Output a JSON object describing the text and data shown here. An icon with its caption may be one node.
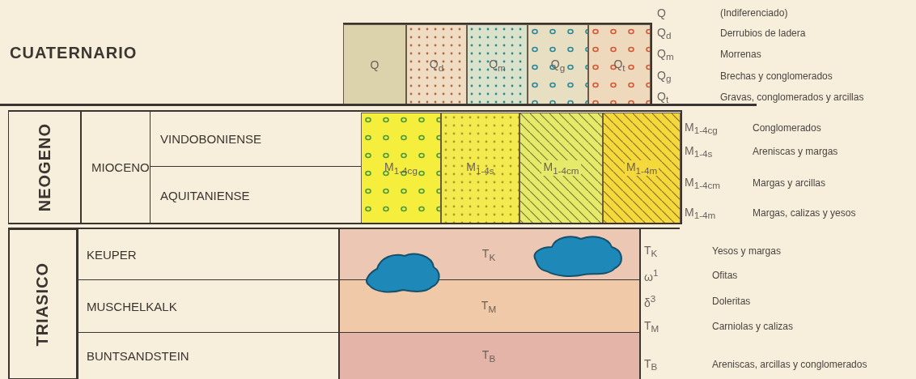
{
  "diagram": {
    "nodes": [
      {
        "text": [
          "CUATERNARIO"
        ]
      },
      {
        "text": [
          "Q"
        ]
      },
      {
        "text": [
          "Q$_{d}$"
        ]
      },
      {
        "text": [
          "Q$_{m}$"
        ]
      },
      {
        "text": [
          "Q$_{g}$"
        ]
      },
      {
        "text": [
          "Q$_{t}$"
        ]
      },
      {
        "text": [
          "NEOGENO"
        ]
      },
      {
        "text": [
          "MIOCENO"
        ]
      },
      {
        "text": [
          "VINDOBONIENSE"
        ]
      },
      {
        "text": [
          "AQUITANIENSE"
        ]
      },
      {
        "text": [
          "M$_{1-4cg}$"
        ]
      },
      {
        "text": [
          "M$_{1-4s}$"
        ]
      },
      {
        "text": [
          "M$_{1-4cm}$"
        ]
      },
      {
        "text": [
          "M$_{1-4m}$"
        ]
      },
      {
        "text": [
          "TRIASICO"
        ]
      },
      {
        "text": [
          "KEUPER"
        ]
      },
      {
        "text": [
          "MUSCHELKALK"
        ]
      },
      {
        "text": [
          "BUNTSANDSTEIN"
        ]
      },
      {
        "text": [
          "T$_{K}$"
        ]
      },
      {
        "text": [
          "T$_{M}$"
        ]
      },
      {
        "text": [
          "T$_{B}$"
        ]
      }
    ],
    "labels": [
      "Q",
      "(Indiferenciado)",
      "Q$_{d}$",
      "Derrubios de ladera",
      "Q$_{m}$",
      "Morrenas",
      "Q$_{g}$",
      "Brechas y conglomerados",
      "Q$_{t}$",
      "Gravas, conglomerados y arcillas",
      "M$_{1-4cg}$",
      "Conglomerados",
      "M$_{1-4s}$",
      "Areniscas y margas",
      "M$_{1-4cm}$",
      "Margas y arcillas",
      "M$_{1-4m}$",
      "Margas, calizas y yesos",
      "T$_{K}$",
      "Yesos y margas",
      "ω$^{1}$",
      "Ofitas",
      "δ$^{3}$",
      "Doleritas",
      "T$_{M}$",
      "Carniolas y calizas",
      "T$_{B}$",
      "Areniscas, arcillas y conglomerados"
    ]
  }
}
